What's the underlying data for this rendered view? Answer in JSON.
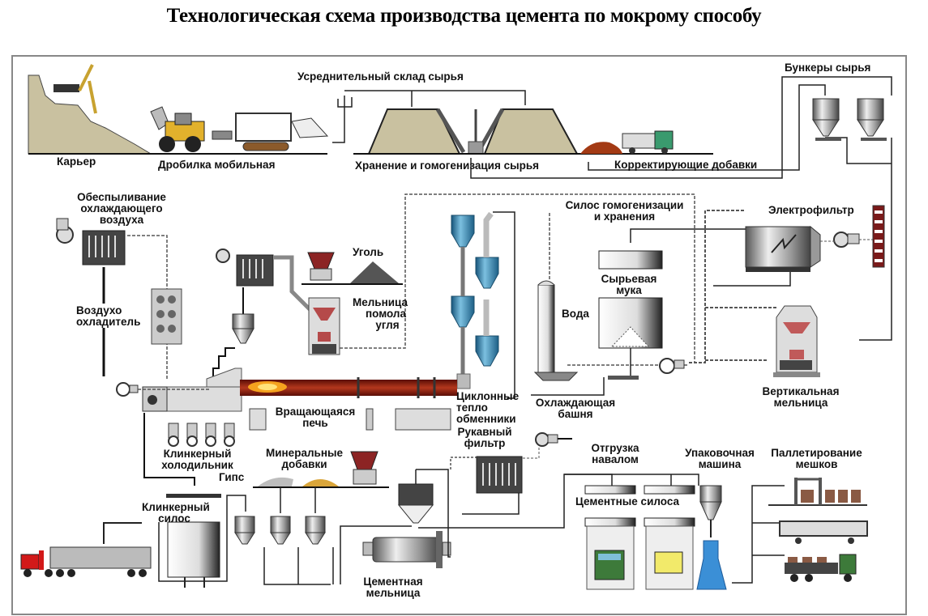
{
  "title": "Технологическая схема производства цемента по мокрому способу",
  "labels": {
    "quarry": "Карьер",
    "mobile_crusher": "Дробилка мобильная",
    "blending_store": "Усреднительный склад сырья",
    "storage_homogenization": "Хранение и гомогенизация сырья",
    "corrective_additives": "Корректирующие добавки",
    "raw_bunkers": "Бункеры сырья",
    "cooling_air_dedusting": [
      "Обеспыливание",
      "охлаждающего",
      "воздуха"
    ],
    "air_cooler": [
      "Воздухо",
      "охладитель"
    ],
    "coal": "Уголь",
    "coal_mill": [
      "Мельница",
      "помола",
      "угля"
    ],
    "homogenization_silo": [
      "Силос гомогенизации",
      "и хранения"
    ],
    "raw_meal": [
      "Сырьевая",
      "мука"
    ],
    "water": "Вода",
    "electrofilter": "Электрофильтр",
    "vertical_mill": [
      "Вертикальная",
      "мельница"
    ],
    "rotary_kiln": [
      "Вращающаяся",
      "печь"
    ],
    "cyclone_exchangers": [
      "Циклонные",
      "тепло",
      "обменники"
    ],
    "cooling_tower": [
      "Охлаждающая",
      "башня"
    ],
    "clinker_cooler": [
      "Клинкерный",
      "холодильник"
    ],
    "mineral_additives": [
      "Минеральные",
      "добавки"
    ],
    "gypsum": "Гипс",
    "bag_filter": [
      "Рукавный",
      "фильтр"
    ],
    "bulk_shipping": [
      "Отгрузка",
      "навалом"
    ],
    "packing_machine": [
      "Упаковочная",
      "машина"
    ],
    "bag_palletizing": [
      "Паллетирование",
      "мешков"
    ],
    "cement_silos": "Цементные силоса",
    "clinker_silo": [
      "Клинкерный",
      "силос"
    ],
    "cement_mill": [
      "Цементная",
      "мельница"
    ]
  },
  "colors": {
    "ground": "#c9c1a0",
    "kiln": "#8b1a0e",
    "flame": "#f5a21e",
    "cyclone": "#2f7fa8",
    "hopper_red": "#8c2424",
    "coal": "#555555",
    "gypsum": "#bdbdbd",
    "additive": "#d9a53a",
    "truck_red": "#d21919",
    "truck_green": "#3d7a3a",
    "packer": "#3b8fd6",
    "chimney": "#7a1a1a"
  }
}
